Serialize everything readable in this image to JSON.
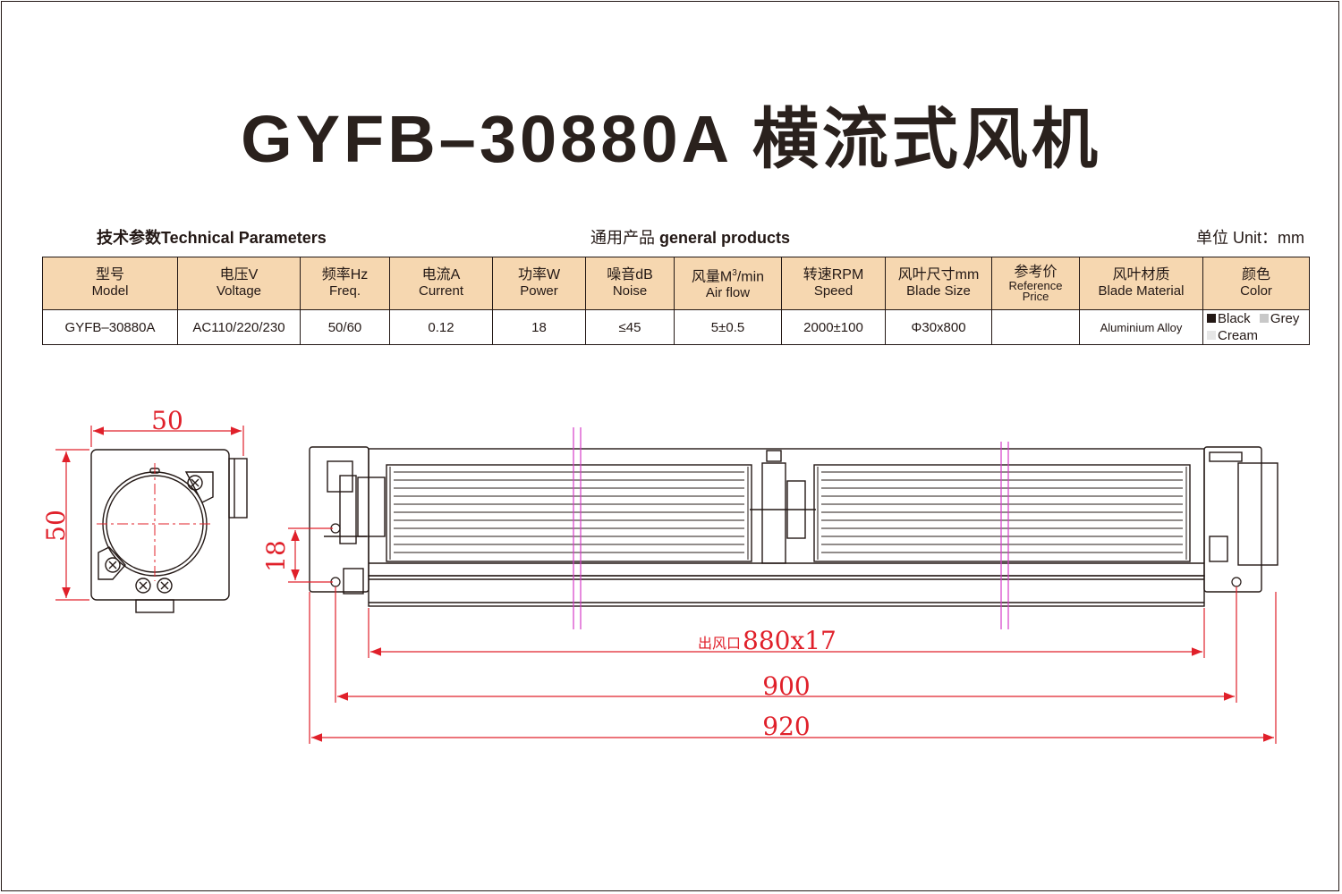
{
  "title": "GYFB–30880A 横流式风机",
  "section": {
    "left_label": "技术参数Technical Parameters",
    "middle_cn": "通用产品 ",
    "middle_en": "general products",
    "unit_label": "单位 Unit：mm"
  },
  "table": {
    "headers": [
      {
        "cn": "型号",
        "en": "Model"
      },
      {
        "cn": "电压V",
        "en": "Voltage"
      },
      {
        "cn": "频率Hz",
        "en": "Freq."
      },
      {
        "cn": "电流A",
        "en": "Current"
      },
      {
        "cn": "功率W",
        "en": "Power"
      },
      {
        "cn": "噪音dB",
        "en": "Noise"
      },
      {
        "cn_pre": "风量M",
        "cn_sup": "3",
        "cn_post": "/min",
        "en": "Air flow"
      },
      {
        "cn": "转速RPM",
        "en": "Speed"
      },
      {
        "cn": "风叶尺寸mm",
        "en": "Blade Size"
      },
      {
        "cn": "参考价",
        "en1": "Reference",
        "en2": "Price"
      },
      {
        "cn": "风叶材质",
        "en": "Blade Material"
      },
      {
        "cn": "颜色",
        "en": "Color"
      }
    ],
    "row": {
      "model": "GYFB–30880A",
      "voltage": "AC110/220/230",
      "freq": "50/60",
      "current": "0.12",
      "power": "18",
      "noise": "≤45",
      "airflow": "5±0.5",
      "speed": "2000±100",
      "blade_size": "Φ30x800",
      "price": "",
      "material": "Aluminium Alloy",
      "colors": [
        {
          "name": "Black",
          "swatch": "#231815"
        },
        {
          "name": "Grey",
          "swatch": "#c8c8c8"
        },
        {
          "name": "Cream",
          "swatch": "#e6e6e6"
        }
      ]
    }
  },
  "dimensions": {
    "side_width": "50",
    "side_height": "50",
    "mount_height": "18",
    "outlet": "880x17",
    "outlet_prefix": "出风口",
    "mount_spacing": "900",
    "overall_length": "920"
  },
  "colors": {
    "header_bg": "#f6d7b0",
    "dimension_red": "#e0202a",
    "centerline_magenta": "#d63cc8",
    "line_dark": "#231815"
  }
}
